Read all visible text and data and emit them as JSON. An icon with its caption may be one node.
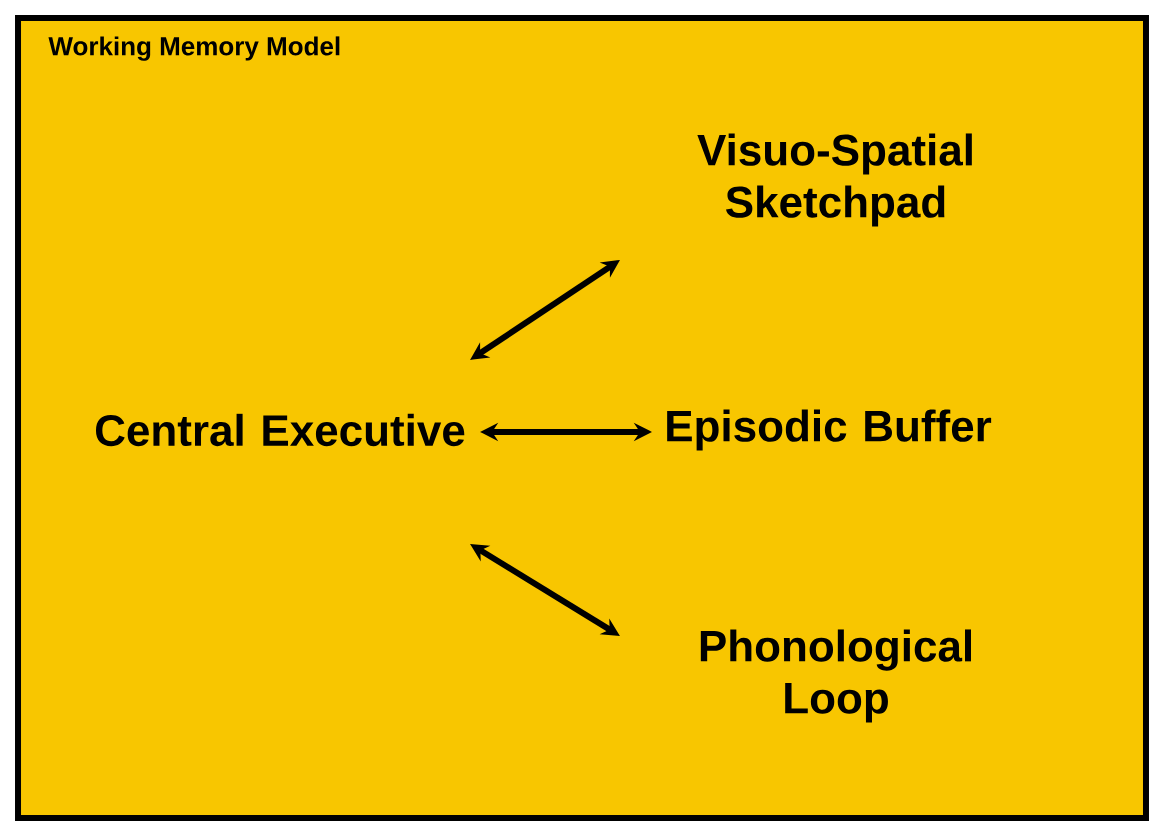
{
  "diagram": {
    "title": "Working Memory Model",
    "nodes": [
      {
        "text": [
          "Central Executive"
        ]
      },
      {
        "text": [
          "Visuo-Spatial Sketchpad"
        ]
      },
      {
        "text": [
          "Episodic Buffer"
        ]
      },
      {
        "text": [
          "Phonological Loop"
        ]
      }
    ],
    "edges": [
      {
        "from": 0,
        "to": 1,
        "arrow": "both"
      },
      {
        "from": 0,
        "to": 2,
        "arrow": "both"
      },
      {
        "from": 0,
        "to": 3,
        "arrow": "both"
      }
    ]
  }
}
